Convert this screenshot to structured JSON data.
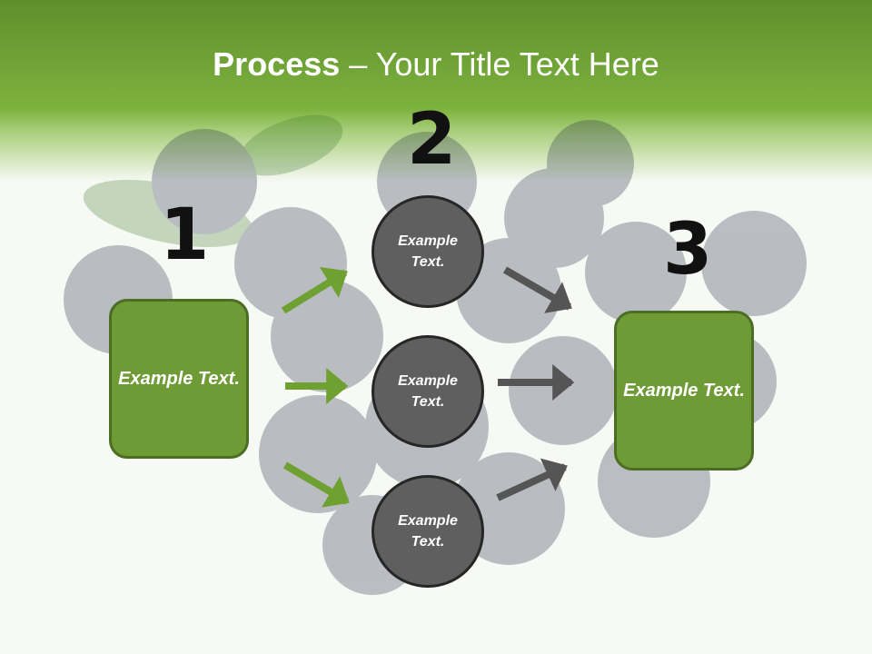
{
  "slide": {
    "title_bold": "Process",
    "title_rest": " – Your Title Text Here"
  },
  "steps": [
    {
      "number": "1",
      "label": "Example Text."
    },
    {
      "number": "2",
      "label": "Example Text."
    },
    {
      "number": "3",
      "label": "Example Text."
    }
  ],
  "circles": [
    {
      "label": "Example Text."
    },
    {
      "label": "Example Text."
    },
    {
      "label": "Example Text."
    }
  ],
  "colors": {
    "header_green": "#7db23e",
    "box_fill": "#6e9b35",
    "box_border": "#4c6d24",
    "circle_fill": "#5f5f5f",
    "circle_border": "#262626",
    "arrow_green": "#6fa032",
    "arrow_gray": "#555555"
  }
}
